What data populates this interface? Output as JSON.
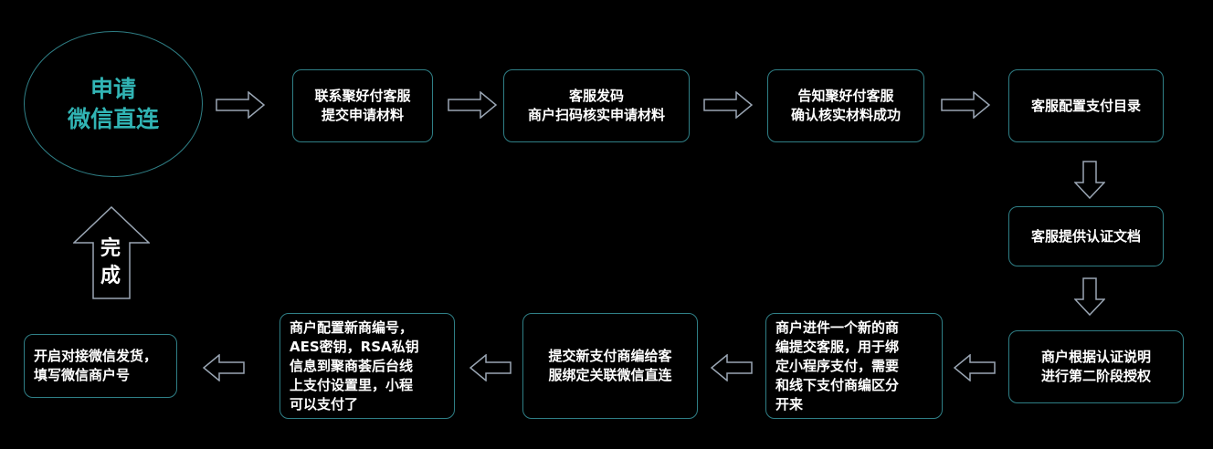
{
  "start": {
    "line1": "申请",
    "line2": "微信直连"
  },
  "done": {
    "line1": "完",
    "line2": "成"
  },
  "steps": [
    {
      "lines": [
        "联系聚好付客服",
        "提交申请材料"
      ]
    },
    {
      "lines": [
        "客服发码",
        "商户扫码核实申请材料"
      ]
    },
    {
      "lines": [
        "告知聚好付客服",
        "确认核实材料成功"
      ]
    },
    {
      "lines": [
        "客服配置支付目录"
      ]
    },
    {
      "lines": [
        "客服提供认证文档"
      ]
    },
    {
      "lines": [
        "商户根据认证说明",
        "进行第二阶段授权"
      ]
    },
    {
      "lines": [
        "商户进件一个新的商",
        "编提交客服，用于绑",
        "定小程序支付，需要",
        "和线下支付商编区分",
        "开来"
      ]
    },
    {
      "lines": [
        "提交新支付商编给客",
        "服绑定关联微信直连"
      ]
    },
    {
      "lines": [
        "商户配置新商编号，",
        "AES密钥，RSA私钥",
        "信息到聚商荟后台线",
        "上支付设置里，小程",
        "可以支付了"
      ]
    },
    {
      "lines": [
        "开启对接微信发货，",
        "填写微信商户号"
      ]
    }
  ],
  "colors": {
    "border": "#2f7f86",
    "start_text": "#31b4b4",
    "arrow": "#9aa6b4"
  }
}
